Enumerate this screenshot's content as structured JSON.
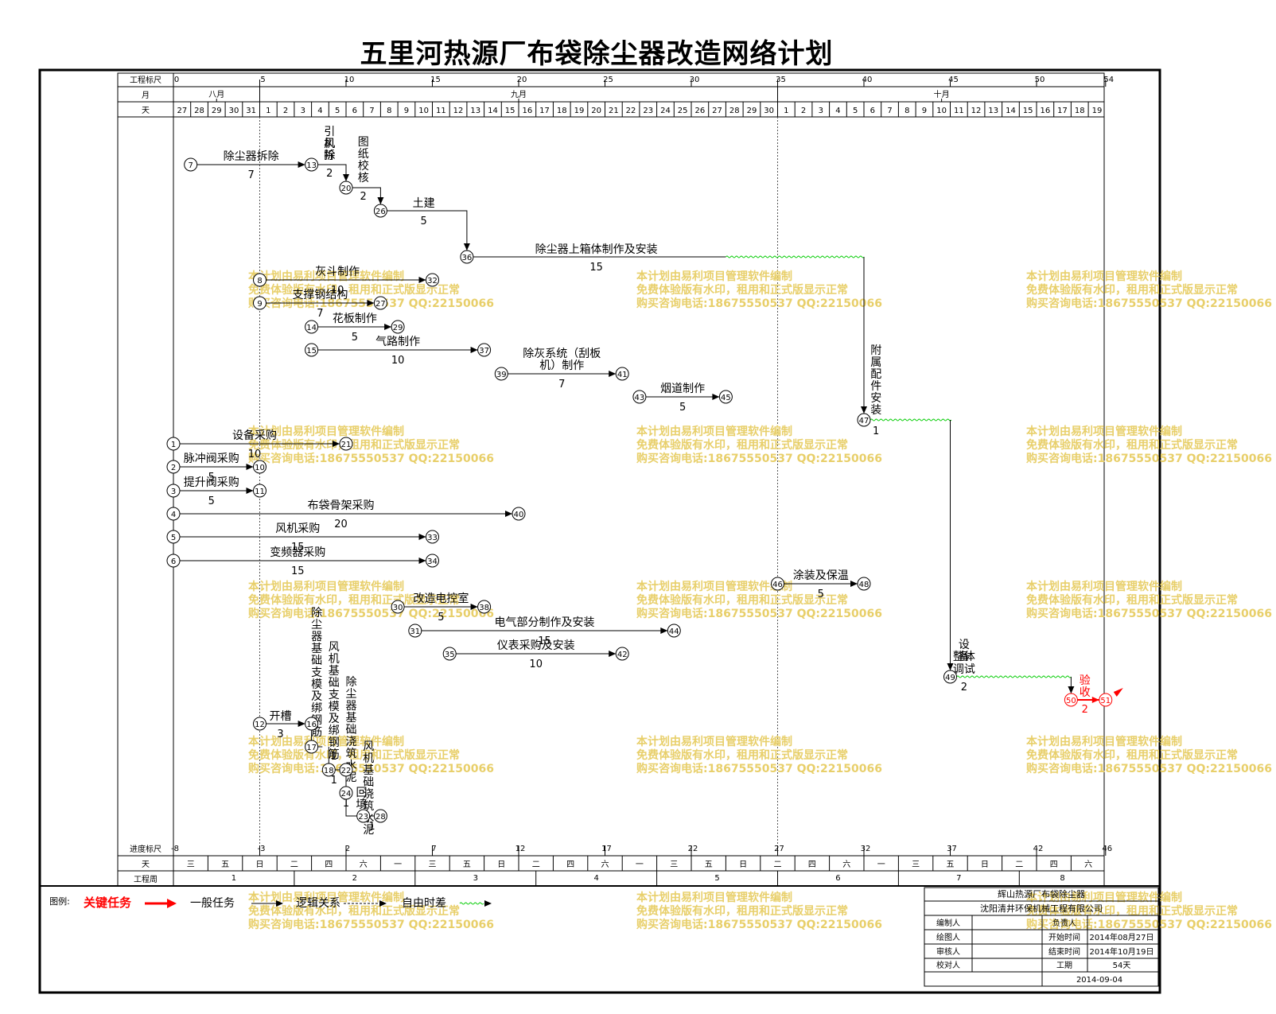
{
  "title": "五里河热源厂布袋除尘器改造网络计划",
  "header": {
    "scale_label": "工程标尺",
    "month_label": "月",
    "day_label": "天",
    "months": [
      "八月",
      "九月",
      "十月"
    ],
    "scale_ticks": [
      "0",
      "5",
      "10",
      "15",
      "20",
      "25",
      "30",
      "35",
      "40",
      "45",
      "50",
      "54"
    ],
    "days": [
      "27",
      "28",
      "29",
      "30",
      "31",
      "1",
      "2",
      "3",
      "4",
      "5",
      "6",
      "7",
      "8",
      "9",
      "10",
      "11",
      "12",
      "13",
      "14",
      "15",
      "16",
      "17",
      "18",
      "19",
      "20",
      "21",
      "22",
      "23",
      "24",
      "25",
      "26",
      "27",
      "28",
      "29",
      "30",
      "1",
      "2",
      "3",
      "4",
      "5",
      "6",
      "7",
      "8",
      "9",
      "10",
      "11",
      "12",
      "13",
      "14",
      "15",
      "16",
      "17",
      "18",
      "19"
    ]
  },
  "footer": {
    "progress_label": "进度标尺",
    "weekday_label": "天",
    "week_label": "工程周",
    "progress_ticks": [
      "-8",
      "-3",
      "2",
      "7",
      "12",
      "17",
      "22",
      "27",
      "32",
      "37",
      "42",
      "46"
    ],
    "weekdays": [
      "三",
      "五",
      "日",
      "二",
      "四",
      "六",
      "一",
      "三",
      "五",
      "日",
      "二",
      "四",
      "六",
      "一",
      "三",
      "五",
      "日",
      "二",
      "四",
      "六",
      "一",
      "三",
      "五",
      "日",
      "二",
      "四",
      "六"
    ],
    "weeks": [
      "1",
      "2",
      "3",
      "4",
      "5",
      "6",
      "7",
      "8"
    ]
  },
  "tasks": [
    {
      "from": "7",
      "to": "13",
      "name": "除尘器拆除",
      "dur": "7"
    },
    {
      "from": "13",
      "to": "20",
      "name": "引风机拆除",
      "dur": "2"
    },
    {
      "from": "20",
      "to": "26",
      "name": "图纸校核",
      "dur": "2"
    },
    {
      "from": "26",
      "to": "36",
      "name": "土建",
      "dur": "5"
    },
    {
      "from": "36",
      "to": "47",
      "name": "除尘器上箱体制作及安装",
      "dur": "15"
    },
    {
      "from": "8",
      "to": "32",
      "name": "灰斗制作",
      "dur": "10"
    },
    {
      "from": "9",
      "to": "27",
      "name": "支撑钢结构",
      "dur": "7"
    },
    {
      "from": "14",
      "to": "29",
      "name": "花板制作",
      "dur": "5"
    },
    {
      "from": "15",
      "to": "37",
      "name": "气路制作",
      "dur": "10"
    },
    {
      "from": "39",
      "to": "41",
      "name": "除灰系统（刮板机）制作",
      "dur": "7"
    },
    {
      "from": "43",
      "to": "45",
      "name": "烟道制作",
      "dur": "5"
    },
    {
      "from": "47",
      "to": "49",
      "name": "附属配件安装",
      "dur": "1"
    },
    {
      "from": "1",
      "to": "21",
      "name": "设备采购",
      "dur": "10"
    },
    {
      "from": "2",
      "to": "10",
      "name": "脉冲阀采购",
      "dur": "5"
    },
    {
      "from": "3",
      "to": "11",
      "name": "提升阀采购",
      "dur": "5"
    },
    {
      "from": "4",
      "to": "40",
      "name": "布袋骨架采购",
      "dur": "20"
    },
    {
      "from": "5",
      "to": "33",
      "name": "风机采购",
      "dur": "15"
    },
    {
      "from": "6",
      "to": "34",
      "name": "变频器采购",
      "dur": "15"
    },
    {
      "from": "46",
      "to": "48",
      "name": "涂装及保温",
      "dur": "5"
    },
    {
      "from": "30",
      "to": "38",
      "name": "改造电控室",
      "dur": "5"
    },
    {
      "from": "31",
      "to": "44",
      "name": "电气部分制作及安装",
      "dur": "15"
    },
    {
      "from": "35",
      "to": "42",
      "name": "仪表采购及安装",
      "dur": "10"
    },
    {
      "from": "49",
      "to": "50",
      "name": "设备整体调试",
      "dur": "2"
    },
    {
      "from": "50",
      "to": "51",
      "name": "验收",
      "dur": "2"
    },
    {
      "from": "12",
      "to": "16",
      "name": "开槽",
      "dur": "3"
    },
    {
      "from": "16",
      "to": "17",
      "name": "除尘器基础支模及绑钢筋",
      "dur": "1"
    },
    {
      "from": "17",
      "to": "18",
      "name": "风机基础支模及绑钢筋",
      "dur": "1"
    },
    {
      "from": "18",
      "to": "22",
      "name": "除尘器基础浇筑水泥",
      "dur": "1"
    },
    {
      "from": "22",
      "to": "24",
      "name": "风机基础浇筑水泥",
      "dur": "1"
    },
    {
      "from": "24",
      "to": "28",
      "name": "回填完毕",
      "dur": "1"
    }
  ],
  "legend": {
    "label": "图例:",
    "critical": "关键任务",
    "general": "一般任务",
    "logic": "逻辑关系",
    "float": "自由时差"
  },
  "watermark": {
    "line1": "本计划由易利项目管理软件编制",
    "line2": "免费体验版有水印，租用和正式版显示正常",
    "line3": "购买咨询电话:18675550537 QQ:22150066"
  },
  "info_box": {
    "project": "辉山热源厂布袋除尘器",
    "company": "沈阳清井环保机械工程有限公司",
    "editor_label": "编制人",
    "drawer_label": "绘图人",
    "reviewer_label": "审核人",
    "checker_label": "校对人",
    "owner_label": "负责人",
    "start_label": "开始时间",
    "start": "2014年08月27日",
    "end_label": "结束时间",
    "end": "2014年10月19日",
    "duration_label": "工期",
    "duration": "54天",
    "date": "2014-09-04"
  },
  "colors": {
    "critical": "#ff0000",
    "float": "#00cc00",
    "watermark": "#e8cf6a",
    "line": "#000000"
  }
}
